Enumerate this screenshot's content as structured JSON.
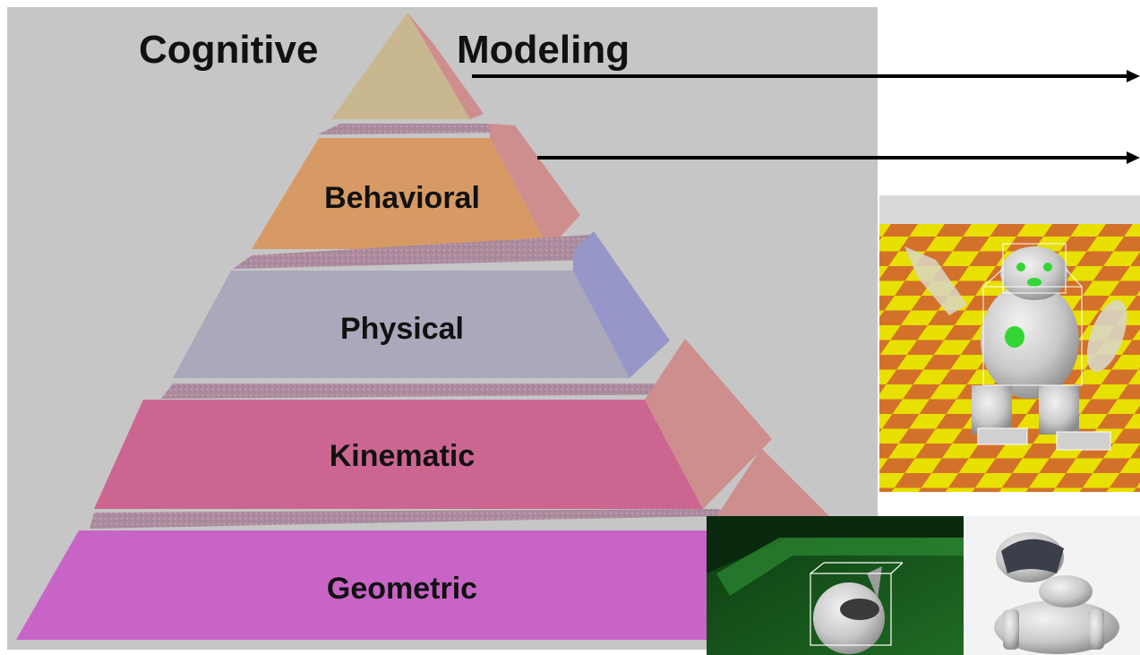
{
  "pyramid": {
    "top_left_label": "Cognitive",
    "top_right_label": "Modeling",
    "levels": [
      {
        "label": "Behavioral",
        "color": "#d89a64"
      },
      {
        "label": "Physical",
        "color": "#a9a9bb"
      },
      {
        "label": "Kinematic",
        "color": "#cc6691"
      },
      {
        "label": "Geometric",
        "color": "#c964c7"
      }
    ],
    "colors": {
      "background": "#c6c6c6",
      "apex": "#c9b78f",
      "side_pink": "#cf8e8e",
      "side_blue": "#9697c8",
      "ledge": "#a88a9c"
    }
  },
  "images": [
    {
      "name": "humanoid-robot-simulation",
      "description_icon": "robot-3d-render"
    },
    {
      "name": "robot-dog-simulation",
      "description_icon": "robot-dog-3d-render"
    },
    {
      "name": "robot-dog-photo",
      "description_icon": "robot-dog-photo"
    }
  ]
}
